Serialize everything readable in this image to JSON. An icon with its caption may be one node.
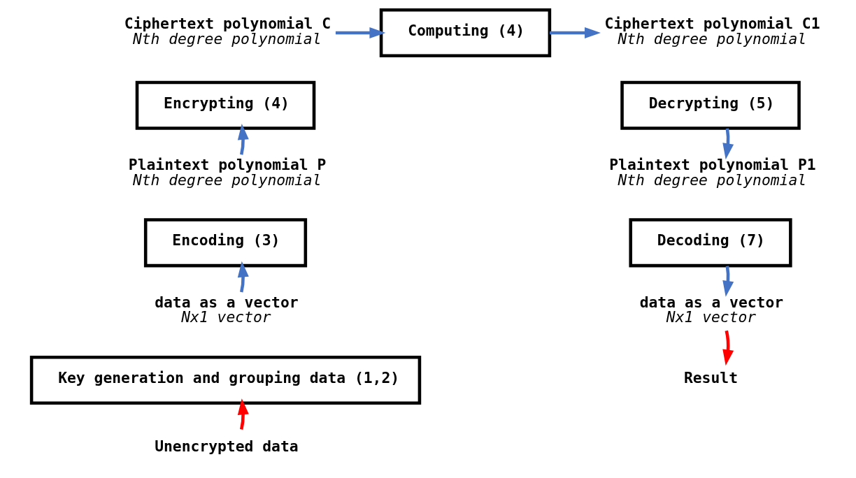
{
  "diagram": {
    "nodes": [
      {
        "text": [
          "Ciphertext polynomial C",
          "Nth degree polynomial"
        ]
      },
      {
        "text": [
          "Encrypting (4)"
        ]
      },
      {
        "text": [
          "Computing (4)"
        ]
      },
      {
        "text": [
          "Ciphertext polynomial C1",
          "Nth degree polynomial"
        ]
      },
      {
        "text": [
          "Decrypting (5)"
        ]
      },
      {
        "text": [
          "Plaintext polynomial P",
          "Nth degree polynomial"
        ]
      },
      {
        "text": [
          "Plaintext polynomial P1",
          "Nth degree polynomial"
        ]
      },
      {
        "text": [
          "Encoding (3)"
        ]
      },
      {
        "text": [
          "Decoding (7)"
        ]
      },
      {
        "text": [
          "data as a vector",
          "Nx1 vector"
        ]
      },
      {
        "text": [
          "data as a vector",
          "Nx1 vector"
        ]
      },
      {
        "text": [
          "Key generation and grouping data (1,2)"
        ]
      },
      {
        "text": [
          "Result"
        ]
      },
      {
        "text": [
          "Unencrypted data"
        ]
      }
    ],
    "edges": [
      {
        "from": 13,
        "to": 11,
        "arrow": "to",
        "color": "#ff0000"
      },
      {
        "from": 9,
        "to": 7,
        "arrow": "to"
      },
      {
        "from": 5,
        "to": 1,
        "arrow": "to"
      },
      {
        "from": 0,
        "to": 2,
        "arrow": "to"
      },
      {
        "from": 2,
        "to": 3,
        "arrow": "to"
      },
      {
        "from": 4,
        "to": 6,
        "arrow": "to"
      },
      {
        "from": 8,
        "to": 10,
        "arrow": "to"
      },
      {
        "from": 10,
        "to": 12,
        "arrow": "to",
        "color": "#ff0000"
      }
    ]
  }
}
